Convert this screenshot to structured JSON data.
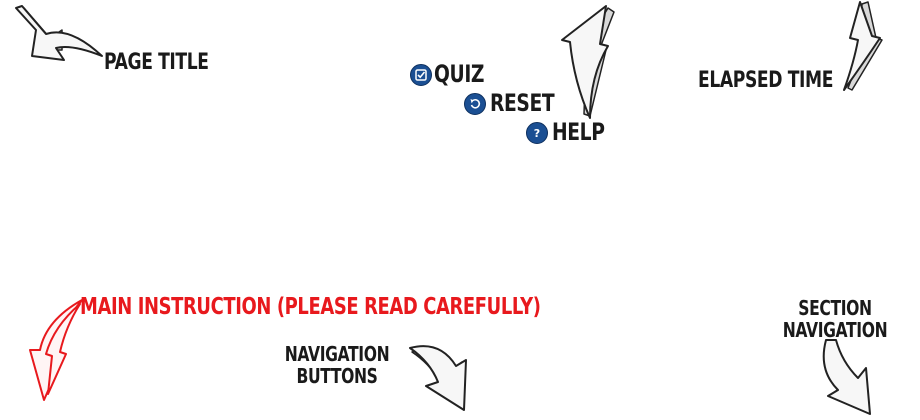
{
  "labels": {
    "page_title": "PAGE TITLE",
    "quiz": "QUIZ",
    "reset": "RESET",
    "help": "HELP",
    "elapsed_time": "ELAPSED TIME",
    "main_instruction": "MAIN INSTRUCTION (PLEASE READ CAREFULLY)",
    "navigation_buttons_line1": "NAVIGATION",
    "navigation_buttons_line2": "BUTTONS",
    "section_navigation_line1": "SECTION",
    "section_navigation_line2": "NAVIGATION"
  },
  "icons": {
    "quiz": "checkbox-icon",
    "reset": "reset-arrow-icon",
    "help": "question-mark-icon"
  },
  "colors": {
    "text": "#1a1a1a",
    "highlight": "#e8191d",
    "badge": "#1b4f93"
  }
}
